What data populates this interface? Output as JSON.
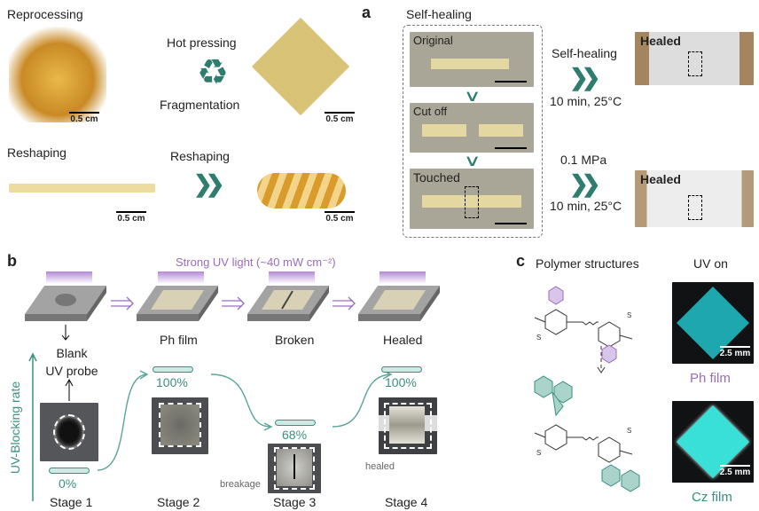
{
  "panel_a": {
    "label": "a",
    "reprocessing": {
      "title": "Reprocessing",
      "forward": "Hot pressing",
      "backward": "Fragmentation",
      "icon": "recycle-icon",
      "scale_left": "0.5 cm",
      "scale_right": "0.5 cm"
    },
    "reshaping": {
      "title": "Reshaping",
      "arrow_label": "Reshaping",
      "scale_left": "0.5 cm",
      "scale_right": "0.5 cm"
    },
    "self_healing": {
      "title": "Self-healing",
      "states": [
        "Original",
        "Cut off",
        "Touched"
      ],
      "row1": {
        "above": "Self-healing",
        "below": "10 min, 25°C",
        "result": "Healed"
      },
      "row2": {
        "above": "0.1 MPa",
        "below": "10 min, 25°C",
        "result": "Healed"
      }
    }
  },
  "panel_b": {
    "label": "b",
    "uv_light": "Strong UV light (~40 mW cm⁻²)",
    "slabs": [
      "Ph film",
      "Broken",
      "Healed"
    ],
    "probe": [
      "Blank",
      "UV probe"
    ],
    "axis": "UV-Blocking rate",
    "stages": [
      {
        "name": "Stage 1",
        "value": "0%"
      },
      {
        "name": "Stage 2",
        "value": "100%"
      },
      {
        "name": "Stage 3",
        "value": "68%",
        "note": "breakage"
      },
      {
        "name": "Stage 4",
        "value": "100%",
        "note": "healed"
      }
    ],
    "colors": {
      "accent": "#3a8f80",
      "uv": "#9a6cc0"
    }
  },
  "panel_c": {
    "label": "c",
    "structures_title": "Polymer structures",
    "uv_title": "UV on",
    "films": [
      {
        "name": "Ph film",
        "scale": "2.5 mm",
        "color": "#1fa7b0"
      },
      {
        "name": "Cz film",
        "scale": "2.5 mm",
        "color": "#39e0d8"
      }
    ]
  }
}
